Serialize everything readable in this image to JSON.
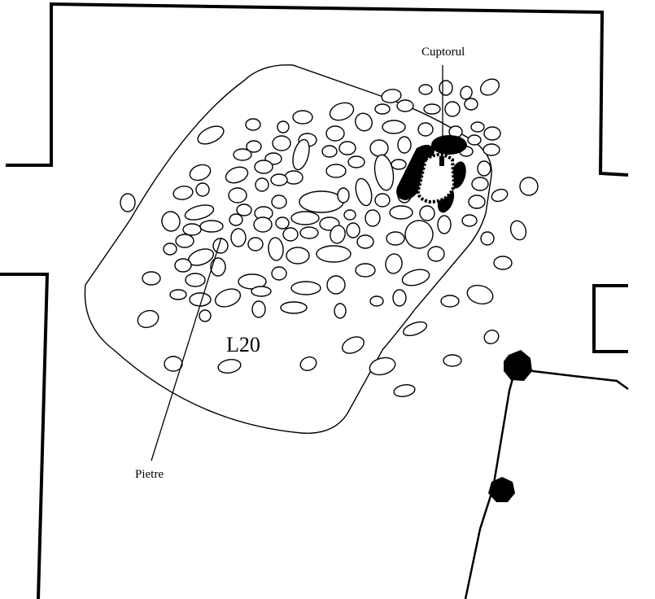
{
  "labels": {
    "dwelling": "L20",
    "oven": "Cuptorul",
    "stones": "Pietre"
  },
  "colors": {
    "ink": "#000000",
    "paper": "#ffffff"
  }
}
